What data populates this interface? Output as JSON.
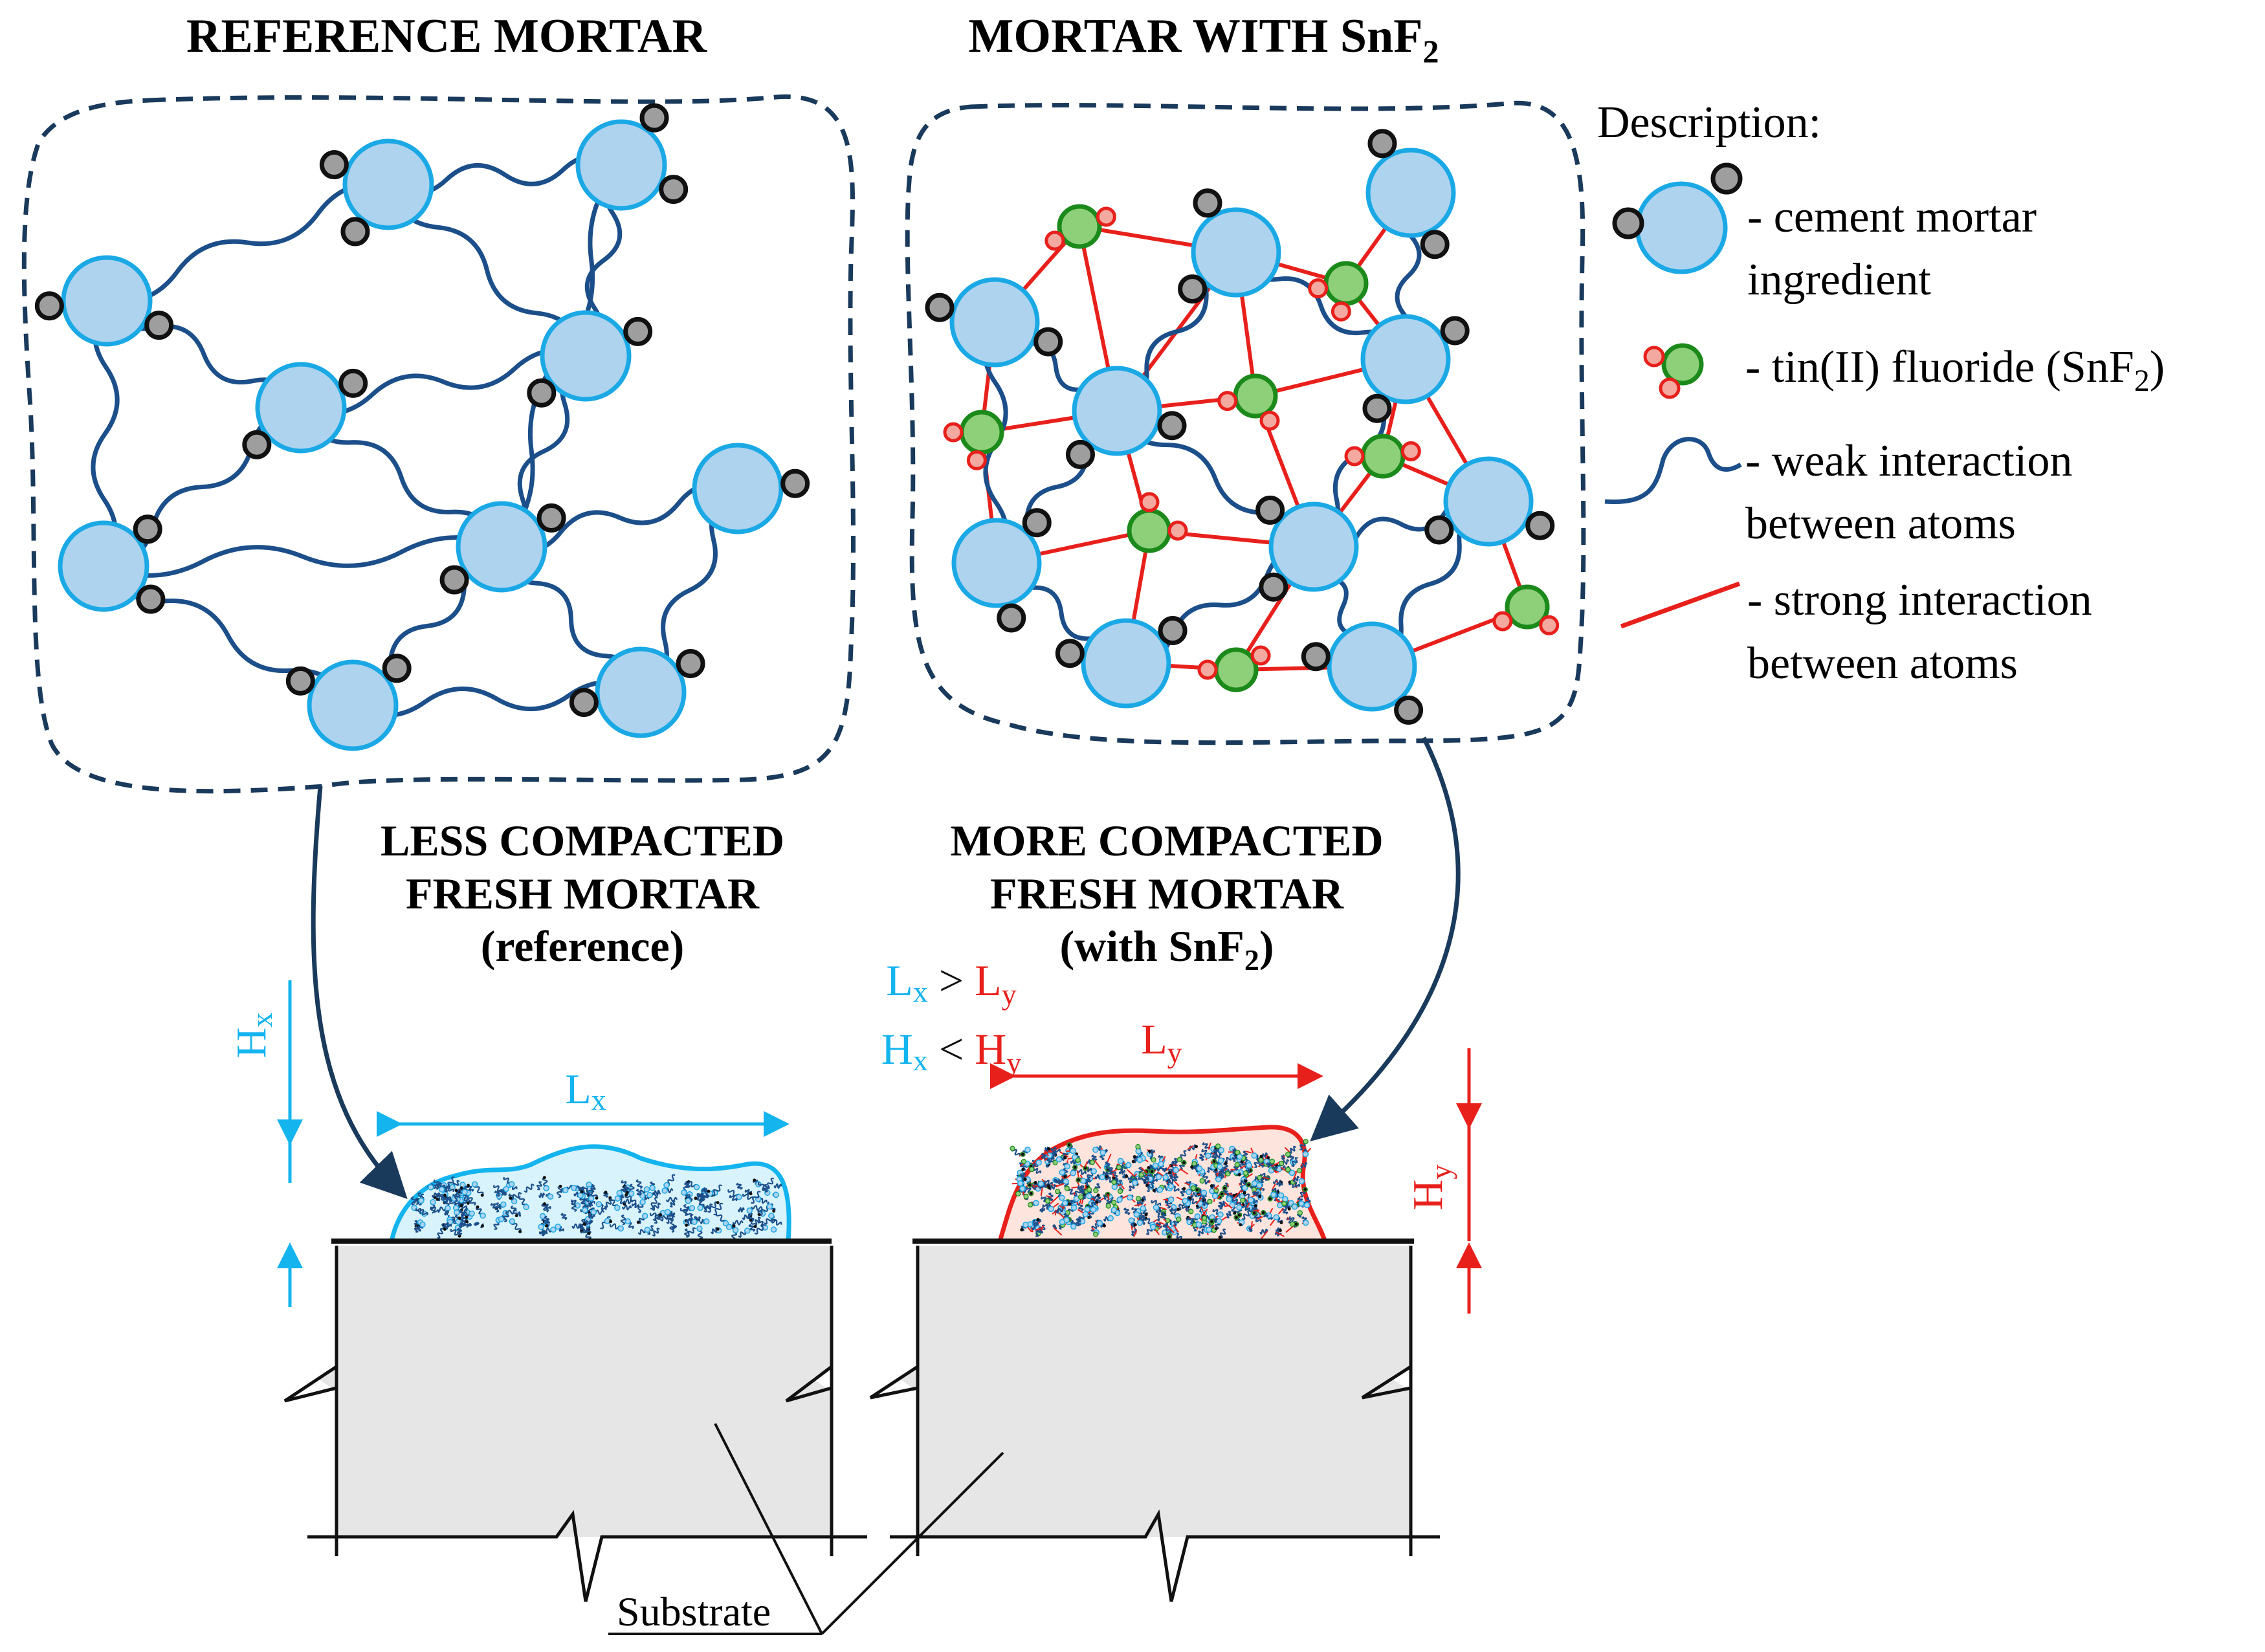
{
  "titles": {
    "reference": "REFERENCE MORTAR",
    "snf2_prefix": "MORTAR WITH SnF",
    "snf2_sub": "2"
  },
  "legend": {
    "heading": "Description:",
    "cement_line1": "- cement mortar",
    "cement_line2": "ingredient",
    "tin_prefix": "- tin(II) fluoride (SnF",
    "tin_sub": "2",
    "tin_suffix": ")",
    "weak_line1": "- weak interaction",
    "weak_line2": "between atoms",
    "strong_line1": "- strong interaction",
    "strong_line2": "between atoms"
  },
  "captions": {
    "left_line1": "LESS COMPACTED",
    "left_line2": "FRESH MORTAR",
    "left_line3": "(reference)",
    "right_line1": "MORE COMPACTED",
    "right_line2": "FRESH MORTAR",
    "right_line3_prefix": "(with SnF",
    "right_line3_sub": "2",
    "right_line3_suffix": ")"
  },
  "comparison": {
    "line1": {
      "left": "L",
      "left_sub": "x",
      "op": " > ",
      "right": "L",
      "right_sub": "y"
    },
    "line2": {
      "left": "H",
      "left_sub": "x",
      "op": " < ",
      "right": "H",
      "right_sub": "y"
    }
  },
  "dimensions": {
    "lx": {
      "main": "L",
      "sub": "x"
    },
    "ly": {
      "main": "L",
      "sub": "y"
    },
    "hx": {
      "main": "H",
      "sub": "x"
    },
    "hy": {
      "main": "H",
      "sub": "y"
    }
  },
  "substrate_label": "Substrate",
  "colors": {
    "cement_fill": "#aed3ee",
    "cement_stroke": "#1ba9e6",
    "particle_fill": "#9e9e9e",
    "tin_fill": "#8ed07a",
    "tin_stroke": "#1b8a1b",
    "fluor_fill": "#f4a9a0",
    "weak_line": "#1c4f8a",
    "strong_line": "#e8201c",
    "dashed_border": "#1a3a5c",
    "cyan": "#14b4ee",
    "red": "#e8201c",
    "substrate_fill": "#e6e6e6"
  }
}
